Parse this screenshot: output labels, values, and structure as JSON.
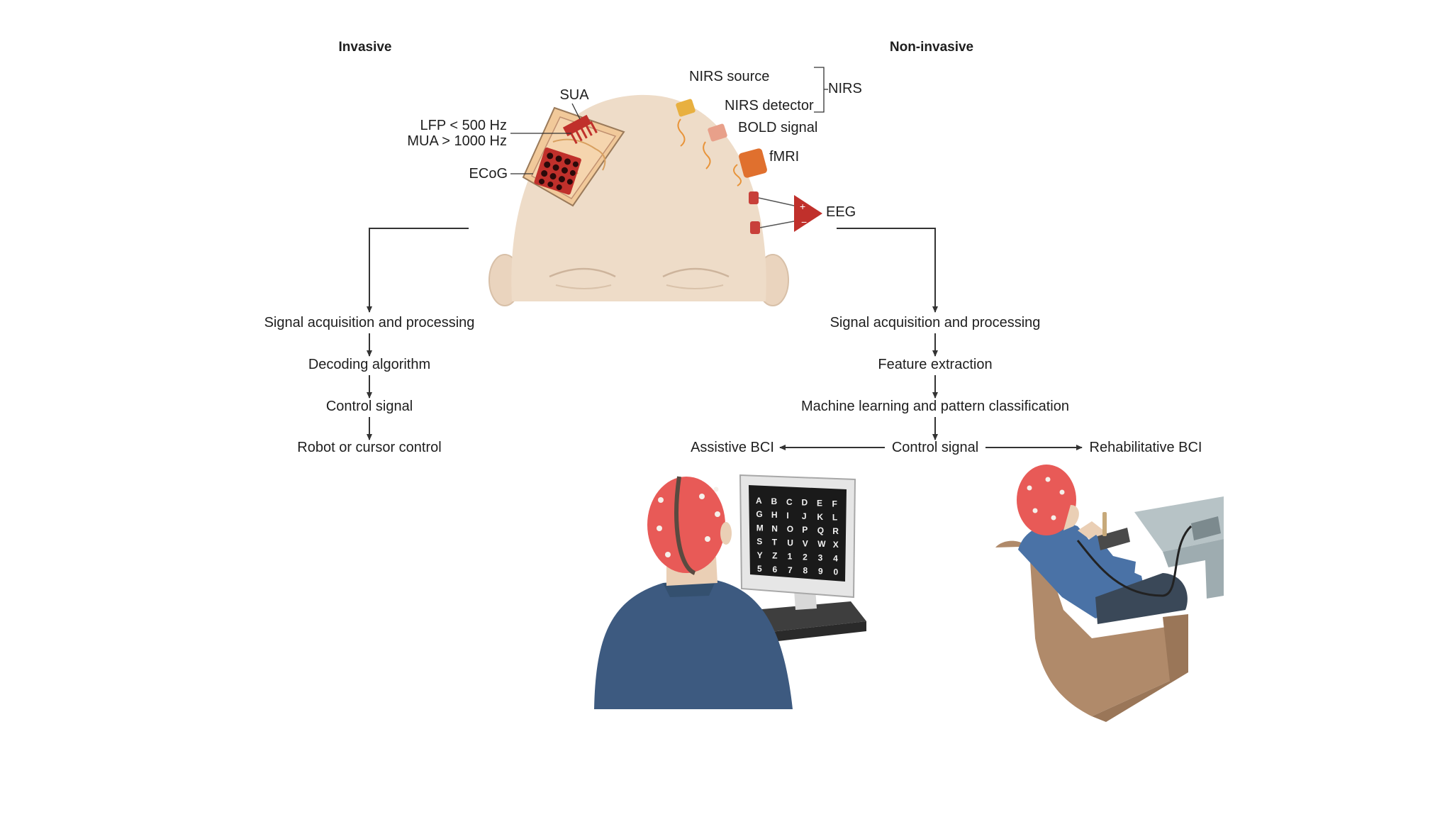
{
  "headers": {
    "left": "Invasive",
    "right": "Non-invasive"
  },
  "head_labels": {
    "sua": "SUA",
    "lfp": "LFP < 500 Hz",
    "mua": "MUA > 1000 Hz",
    "ecog": "ECoG",
    "nirs_source": "NIRS source",
    "nirs_detector": "NIRS detector",
    "nirs": "NIRS",
    "bold": "BOLD signal",
    "fmri": "fMRI",
    "eeg": "EEG"
  },
  "invasive_steps": [
    "Signal acquisition and processing",
    "Decoding algorithm",
    "Control signal",
    "Robot or cursor control"
  ],
  "noninvasive_steps": [
    "Signal acquisition and processing",
    "Feature extraction",
    "Machine learning and pattern classification",
    "Control signal"
  ],
  "outcomes": {
    "left": "Assistive BCI",
    "right": "Rehabilitative BCI"
  },
  "speller_grid": [
    "A",
    "B",
    "C",
    "D",
    "E",
    "F",
    "G",
    "H",
    "I",
    "J",
    "K",
    "L",
    "M",
    "N",
    "O",
    "P",
    "Q",
    "R",
    "S",
    "T",
    "U",
    "V",
    "W",
    "X",
    "Y",
    "Z",
    "1",
    "2",
    "3",
    "4",
    "5",
    "6",
    "7",
    "8",
    "9",
    "0"
  ],
  "colors": {
    "skin": "#eedcc8",
    "implant": "#c0302b",
    "eeg_cap": "#e85a57",
    "shirt": "#3d5a80",
    "chair": "#b08a6a",
    "arrow": "#333333"
  }
}
